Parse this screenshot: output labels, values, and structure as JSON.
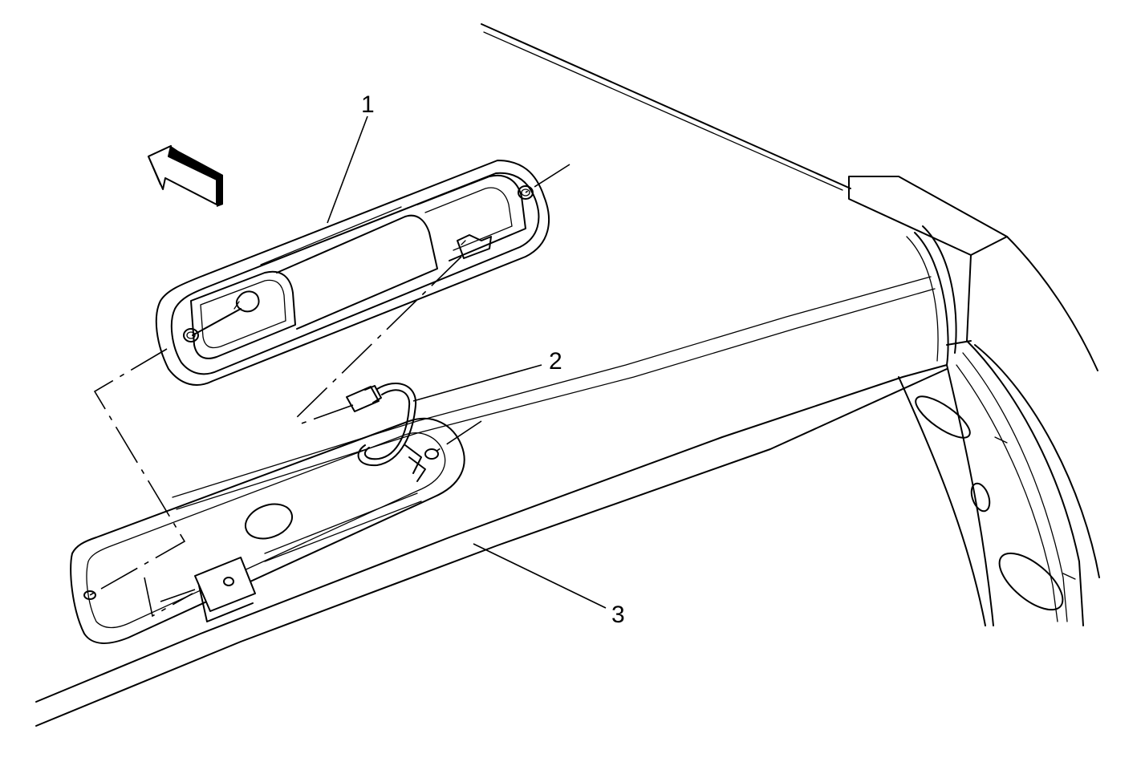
{
  "callouts": [
    {
      "id": "callout-1",
      "label": "1"
    },
    {
      "id": "callout-2",
      "label": "2"
    },
    {
      "id": "callout-3",
      "label": "3"
    }
  ],
  "icons": {
    "direction_arrow": "forward-arrow-icon",
    "screw": "screw-icon",
    "connector": "electrical-connector-icon"
  },
  "colors": {
    "line": "#000000",
    "background": "#ffffff"
  }
}
